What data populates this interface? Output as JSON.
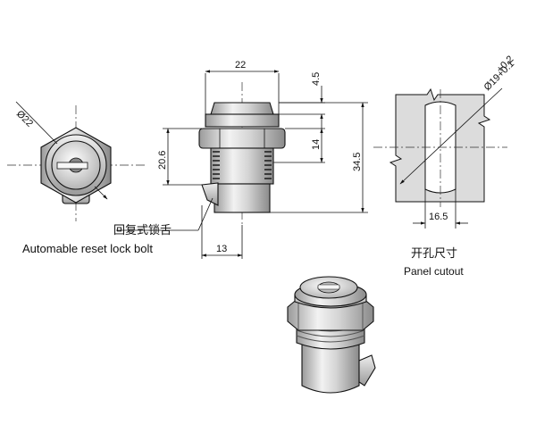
{
  "dimensions": {
    "front_diameter": "Ø22",
    "top_width": "22",
    "flange_height": "4.5",
    "nut_to_body": "20.6",
    "thread_length": "14",
    "total_height": "34.5",
    "bolt_offset": "13",
    "cutout_tolerance_upper": "+0.2",
    "cutout_diameter": "Ø19+0.1",
    "cutout_width": "16.5"
  },
  "labels": {
    "bolt_zh": "回复式锁舌",
    "bolt_en": "Automable reset lock bolt",
    "cutout_zh": "开孔尺寸",
    "cutout_en": "Panel cutout"
  }
}
